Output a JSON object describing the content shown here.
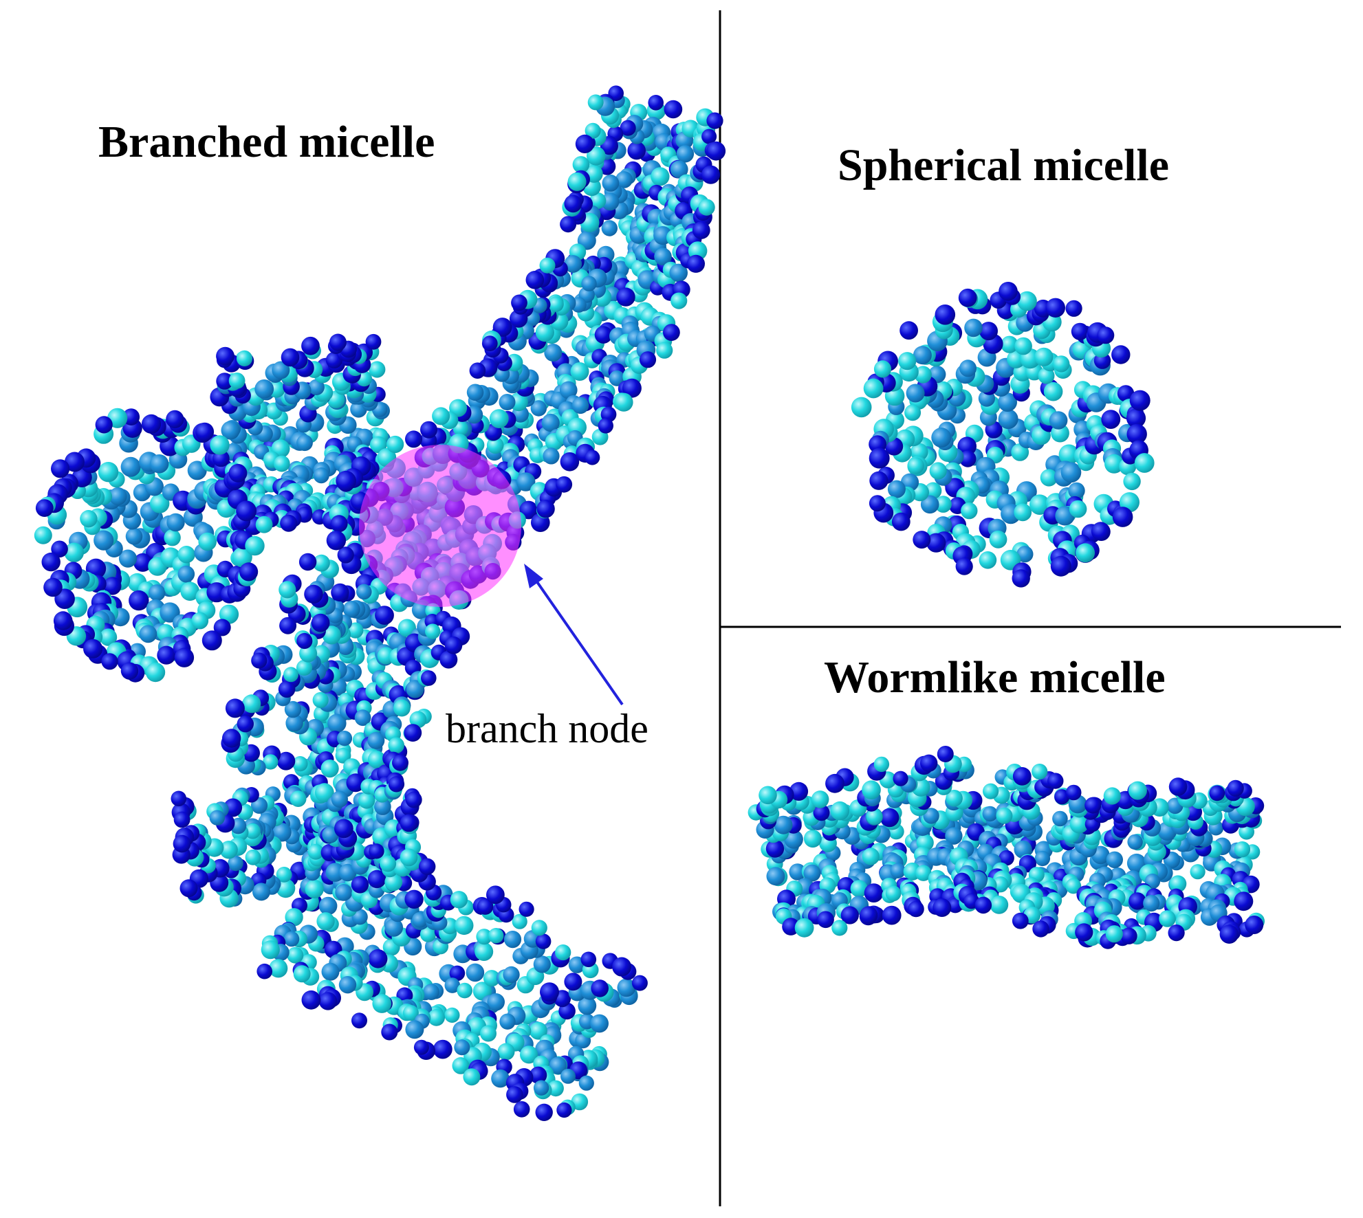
{
  "panels": {
    "branched": {
      "title": "Branched micelle"
    },
    "spherical": {
      "title": "Spherical micelle"
    },
    "wormlike": {
      "title": "Wormlike micelle"
    }
  },
  "annotation": {
    "label": "branch node"
  },
  "colors": {
    "bead_dark_blue": "#0a0ad2",
    "bead_cyan": "#22d8e0",
    "bead_mid_blue": "#1f8fd8",
    "node_highlight": "#ff33ff",
    "arrow": "#2222dd",
    "divider": "#000000"
  }
}
